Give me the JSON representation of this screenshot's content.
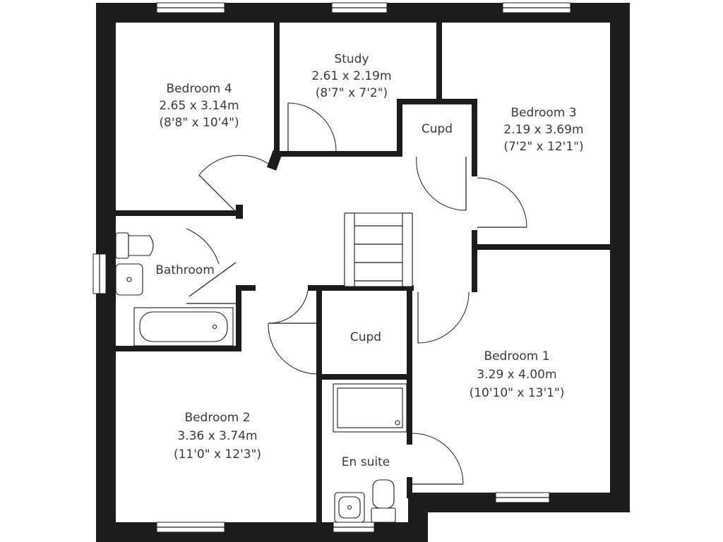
{
  "rooms": {
    "bedroom4": {
      "name": "Bedroom 4",
      "metric": "2.65 x 3.14m",
      "imperial": "(8'8\" x 10'4\")"
    },
    "study": {
      "name": "Study",
      "metric": "2.61 x 2.19m",
      "imperial": "(8'7\" x 7'2\")"
    },
    "bedroom3": {
      "name": "Bedroom 3",
      "metric": "2.19 x 3.69m",
      "imperial": "(7'2\" x 12'1\")"
    },
    "cupd_upper": {
      "name": "Cupd"
    },
    "bathroom": {
      "name": "Bathroom"
    },
    "cupd_lower": {
      "name": "Cupd"
    },
    "bedroom1": {
      "name": "Bedroom 1",
      "metric": "3.29 x 4.00m",
      "imperial": "(10'10\" x 13'1\")"
    },
    "bedroom2": {
      "name": "Bedroom 2",
      "metric": "3.36 x 3.74m",
      "imperial": "(11'0\" x 12'3\")"
    },
    "ensuite": {
      "name": "En suite"
    }
  },
  "colors": {
    "wall": "#1c1c1c",
    "text": "#3a3a3a",
    "background": "#ffffff"
  }
}
